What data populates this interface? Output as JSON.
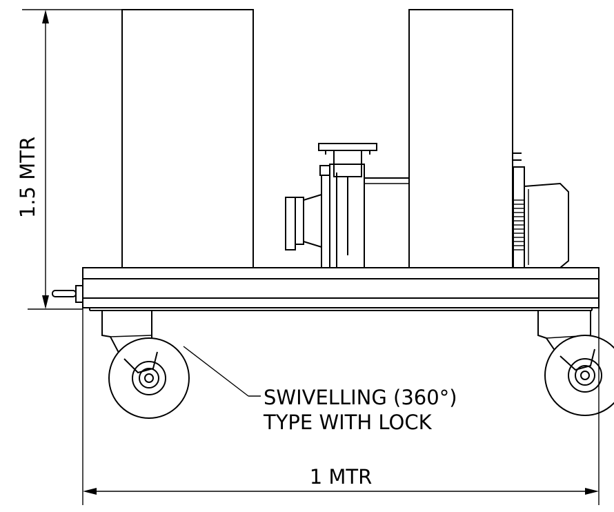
{
  "dimensions": {
    "height_label": "1.5 MTR",
    "width_label": "1 MTR"
  },
  "callout": {
    "line1": "SWIVELLING (360°)",
    "line2": "TYPE WITH LOCK"
  },
  "colors": {
    "line": "#000000",
    "background": "#ffffff"
  }
}
